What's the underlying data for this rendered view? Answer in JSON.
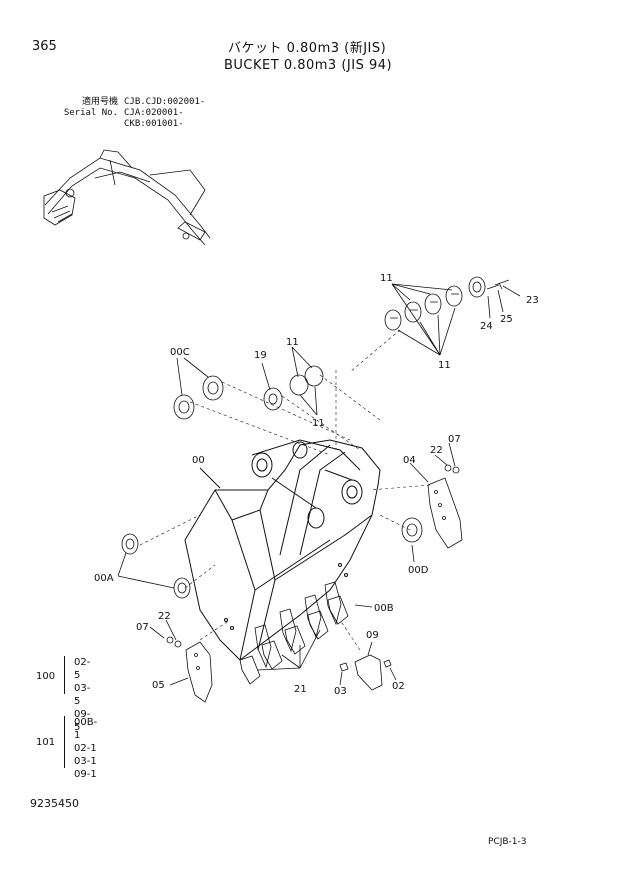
{
  "header": {
    "page_number": "365",
    "title_jp": "バケット 0.80m3 (新JIS)",
    "title_en": "BUCKET 0.80m3 (JIS 94)"
  },
  "serial": {
    "label_jp": "適用号機",
    "label_en": "Serial No.",
    "lines": [
      "CJB.CJD:002001-",
      "CJA:020001-",
      "CKB:001001-"
    ]
  },
  "callouts": {
    "c11a": "11",
    "c23": "23",
    "c24": "24",
    "c25": "25",
    "c11b": "11",
    "c00C": "00C",
    "c19": "19",
    "c11c": "11",
    "c11d": "11",
    "c00": "00",
    "c22a": "22",
    "c07a": "07",
    "c04": "04",
    "c00D": "00D",
    "c00A": "00A",
    "c00B": "00B",
    "c22b": "22",
    "c07b": "07",
    "c09": "09",
    "c05": "05",
    "c21": "21",
    "c03": "03",
    "c02": "02"
  },
  "kits": [
    {
      "number": "100",
      "items": [
        "02-5",
        "03-5",
        "09-5"
      ]
    },
    {
      "number": "101",
      "items": [
        "00B-1",
        "02-1",
        "03-1",
        "09-1"
      ]
    }
  ],
  "footer": {
    "drawing_id": "9235450",
    "reference": "PCJB-1-3"
  }
}
